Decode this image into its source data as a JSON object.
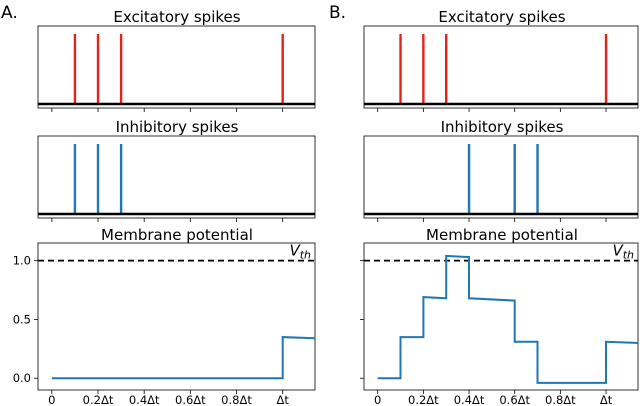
{
  "chart_data": [
    {
      "panel_label": "A.",
      "type": "line",
      "subplots": [
        {
          "title": "Excitatory spikes",
          "color": "#e8201c",
          "spike_times": [
            0.1,
            0.2,
            0.3,
            1.0
          ]
        },
        {
          "title": "Inhibitory spikes",
          "color": "#1f77b4",
          "spike_times": [
            0.1,
            0.2,
            0.3
          ]
        },
        {
          "title": "Membrane potential",
          "color": "#1f77b4",
          "threshold": {
            "value": 1.0,
            "label": "V",
            "label_sub": "th"
          },
          "x": [
            0,
            1.0,
            1.0,
            1.14
          ],
          "y": [
            0,
            0,
            0.35,
            0.34
          ],
          "ylim": [
            -0.1,
            1.15
          ],
          "yticks": [
            {
              "value": 0.0,
              "label": "0.0"
            },
            {
              "value": 0.5,
              "label": "0.5"
            },
            {
              "value": 1.0,
              "label": "1.0"
            }
          ],
          "xticks": [
            {
              "value": 0.0,
              "label": "0"
            },
            {
              "value": 0.2,
              "label": "0.2Δt"
            },
            {
              "value": 0.4,
              "label": "0.4Δt"
            },
            {
              "value": 0.6,
              "label": "0.6Δt"
            },
            {
              "value": 0.8,
              "label": "0.8Δt"
            },
            {
              "value": 1.0,
              "label": "Δt"
            }
          ]
        }
      ],
      "xlim": [
        -0.06,
        1.14
      ]
    },
    {
      "panel_label": "B.",
      "type": "line",
      "subplots": [
        {
          "title": "Excitatory spikes",
          "color": "#e8201c",
          "spike_times": [
            0.1,
            0.2,
            0.3,
            1.0
          ]
        },
        {
          "title": "Inhibitory spikes",
          "color": "#1f77b4",
          "spike_times": [
            0.4,
            0.6,
            0.7
          ]
        },
        {
          "title": "Membrane potential",
          "color": "#1f77b4",
          "threshold": {
            "value": 1.0,
            "label": "V",
            "label_sub": "th"
          },
          "x": [
            0,
            0.1,
            0.1,
            0.2,
            0.2,
            0.3,
            0.3,
            0.4,
            0.4,
            0.6,
            0.6,
            0.7,
            0.7,
            1.0,
            1.0,
            1.14
          ],
          "y": [
            0,
            0,
            0.35,
            0.35,
            0.69,
            0.68,
            1.04,
            1.03,
            0.68,
            0.66,
            0.31,
            0.31,
            -0.04,
            -0.04,
            0.31,
            0.3
          ],
          "ylim": [
            -0.1,
            1.15
          ],
          "yticks": [
            {
              "value": 0.0,
              "label": ""
            },
            {
              "value": 0.5,
              "label": ""
            },
            {
              "value": 1.0,
              "label": ""
            }
          ],
          "xticks": [
            {
              "value": 0.0,
              "label": "0"
            },
            {
              "value": 0.2,
              "label": "0.2Δt"
            },
            {
              "value": 0.4,
              "label": "0.4Δt"
            },
            {
              "value": 0.6,
              "label": "0.6Δt"
            },
            {
              "value": 0.8,
              "label": "0.8Δt"
            },
            {
              "value": 1.0,
              "label": "Δt"
            }
          ]
        }
      ],
      "xlim": [
        -0.06,
        1.14
      ]
    }
  ]
}
